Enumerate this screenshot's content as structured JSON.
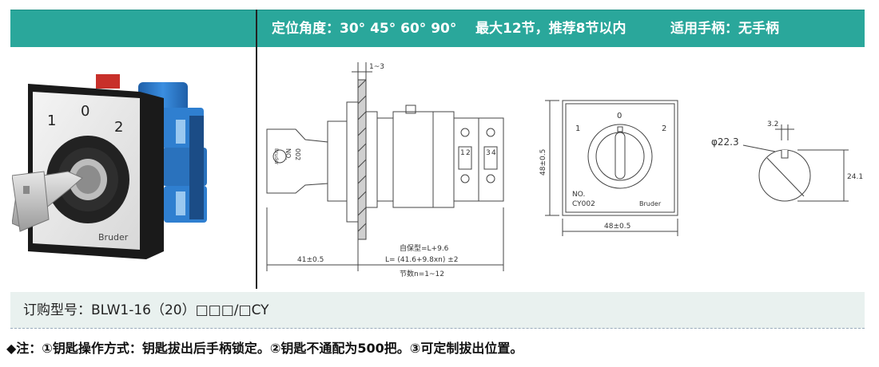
{
  "header": {
    "angle": "定位角度：30° 45° 60° 90°",
    "sections": "最大12节，推荐8节以内",
    "handle": "适用手柄：无手柄"
  },
  "photo": {
    "pos_1": "1",
    "pos_0": "0",
    "pos_2": "2",
    "brand": "Bruder"
  },
  "drawing": {
    "gap_label": "1~3",
    "dim_41": "41±0.5",
    "dim_L": "L= (41.6+9.8xn) ±2",
    "dim_L96": "自保型=L+9.6",
    "dim_n": "节数n=1~12",
    "key_no": "NO.",
    "key_code": "002",
    "key_brand": "Bruder",
    "front_1": "1",
    "front_0": "0",
    "front_2": "2",
    "front_no": "NO.",
    "front_code": "CY002",
    "front_brand": "Bruder",
    "front_height": "48±0.5",
    "front_width": "48±0.5",
    "term_1": "1",
    "term_2": "2",
    "term_3": "3",
    "term_4": "4",
    "cut_dia": "φ22.3",
    "cut_notch": "3.2",
    "cut_height": "24.1"
  },
  "order": {
    "text": "订购型号：BLW1-16（20）□□□/□CY"
  },
  "note": {
    "text": "◆注：①钥匙操作方式：钥匙拔出后手柄锁定。②钥匙不通配为500把。③可定制拔出位置。"
  },
  "colors": {
    "header_bg": "#2aa79b",
    "order_bg": "#e9f1ef",
    "switch_blue": "#2f7fd0",
    "switch_red": "#c8302a"
  }
}
